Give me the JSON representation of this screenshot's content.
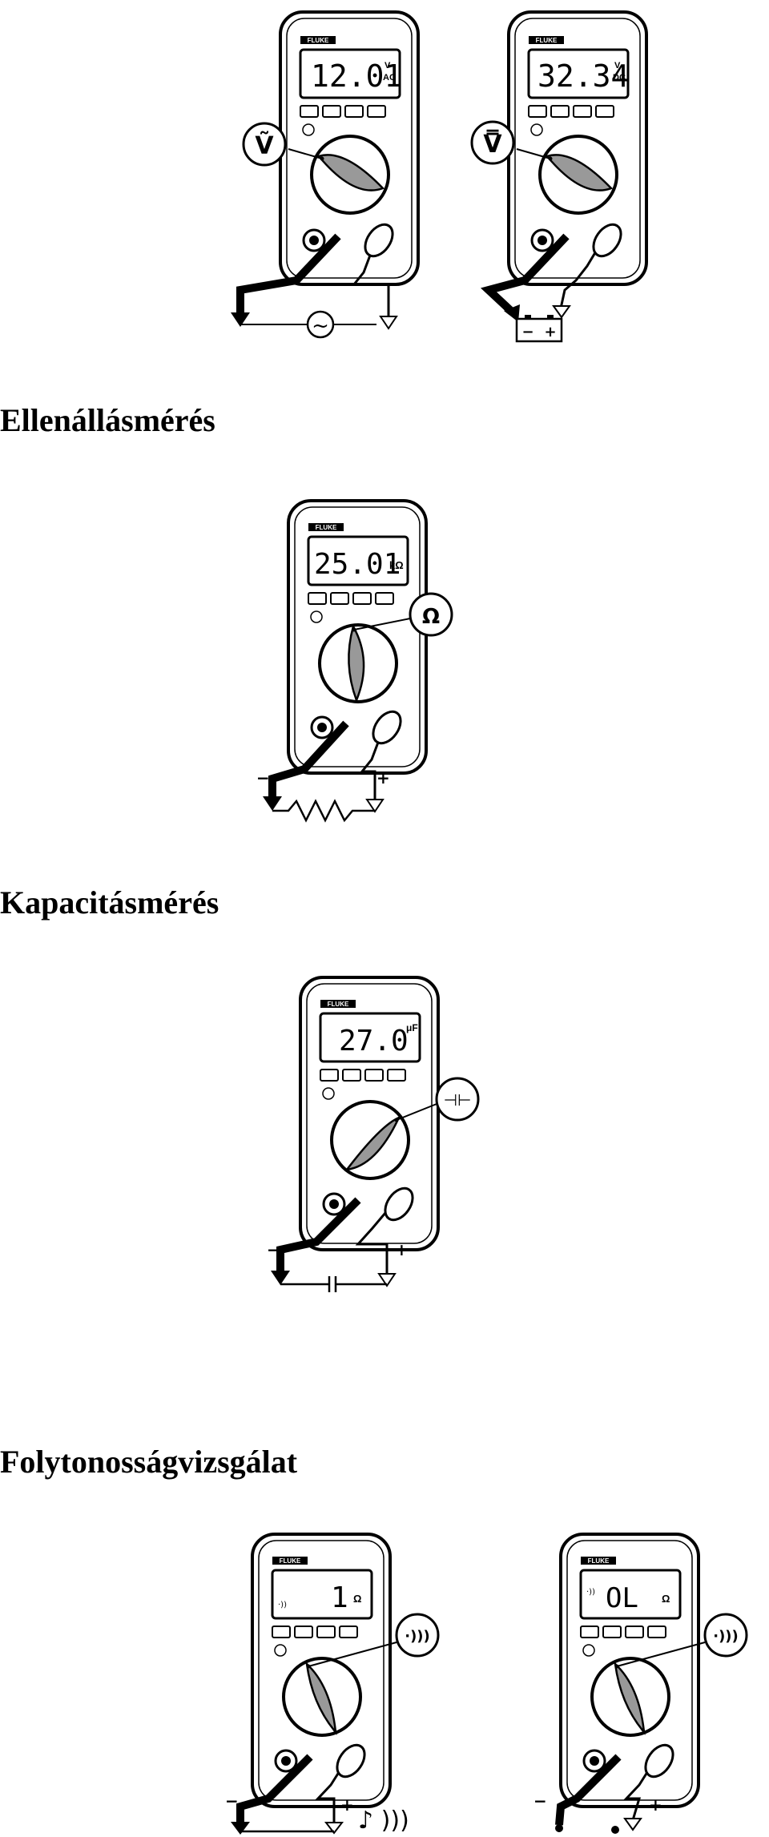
{
  "headings": {
    "resistance": "Ellenállásmérés",
    "capacitance": "Kapacitásmérés",
    "continuity": "Folytonosságvizsgálat"
  },
  "meters": {
    "ac_voltage": {
      "brand": "FLUKE",
      "reading": "12.01",
      "unit_top": "V",
      "unit_bottom": "AC",
      "callout_symbol": "Ṽ",
      "circuit_symbol": "~"
    },
    "dc_voltage": {
      "brand": "FLUKE",
      "reading": "32.34",
      "unit_top": "V",
      "unit_bottom": "DC",
      "callout_symbol": "V̿",
      "minus": "−",
      "plus": "+"
    },
    "resistance": {
      "brand": "FLUKE",
      "reading": "25.01",
      "unit": "kΩ",
      "callout_symbol": "Ω",
      "minus": "−",
      "plus": "+"
    },
    "capacitance": {
      "brand": "FLUKE",
      "reading": "27.0",
      "unit": "μF",
      "callout_symbol": "⊣⊢",
      "minus": "−",
      "plus": "+"
    },
    "continuity_short": {
      "brand": "FLUKE",
      "reading": "1",
      "unit": "Ω",
      "callout_symbol": "·)))",
      "minus": "−",
      "plus": "+",
      "sound_symbol": "♪ )))"
    },
    "continuity_open": {
      "brand": "FLUKE",
      "reading": "OL",
      "unit": "Ω",
      "callout_symbol": "·)))",
      "minus": "−",
      "plus": "+"
    }
  }
}
